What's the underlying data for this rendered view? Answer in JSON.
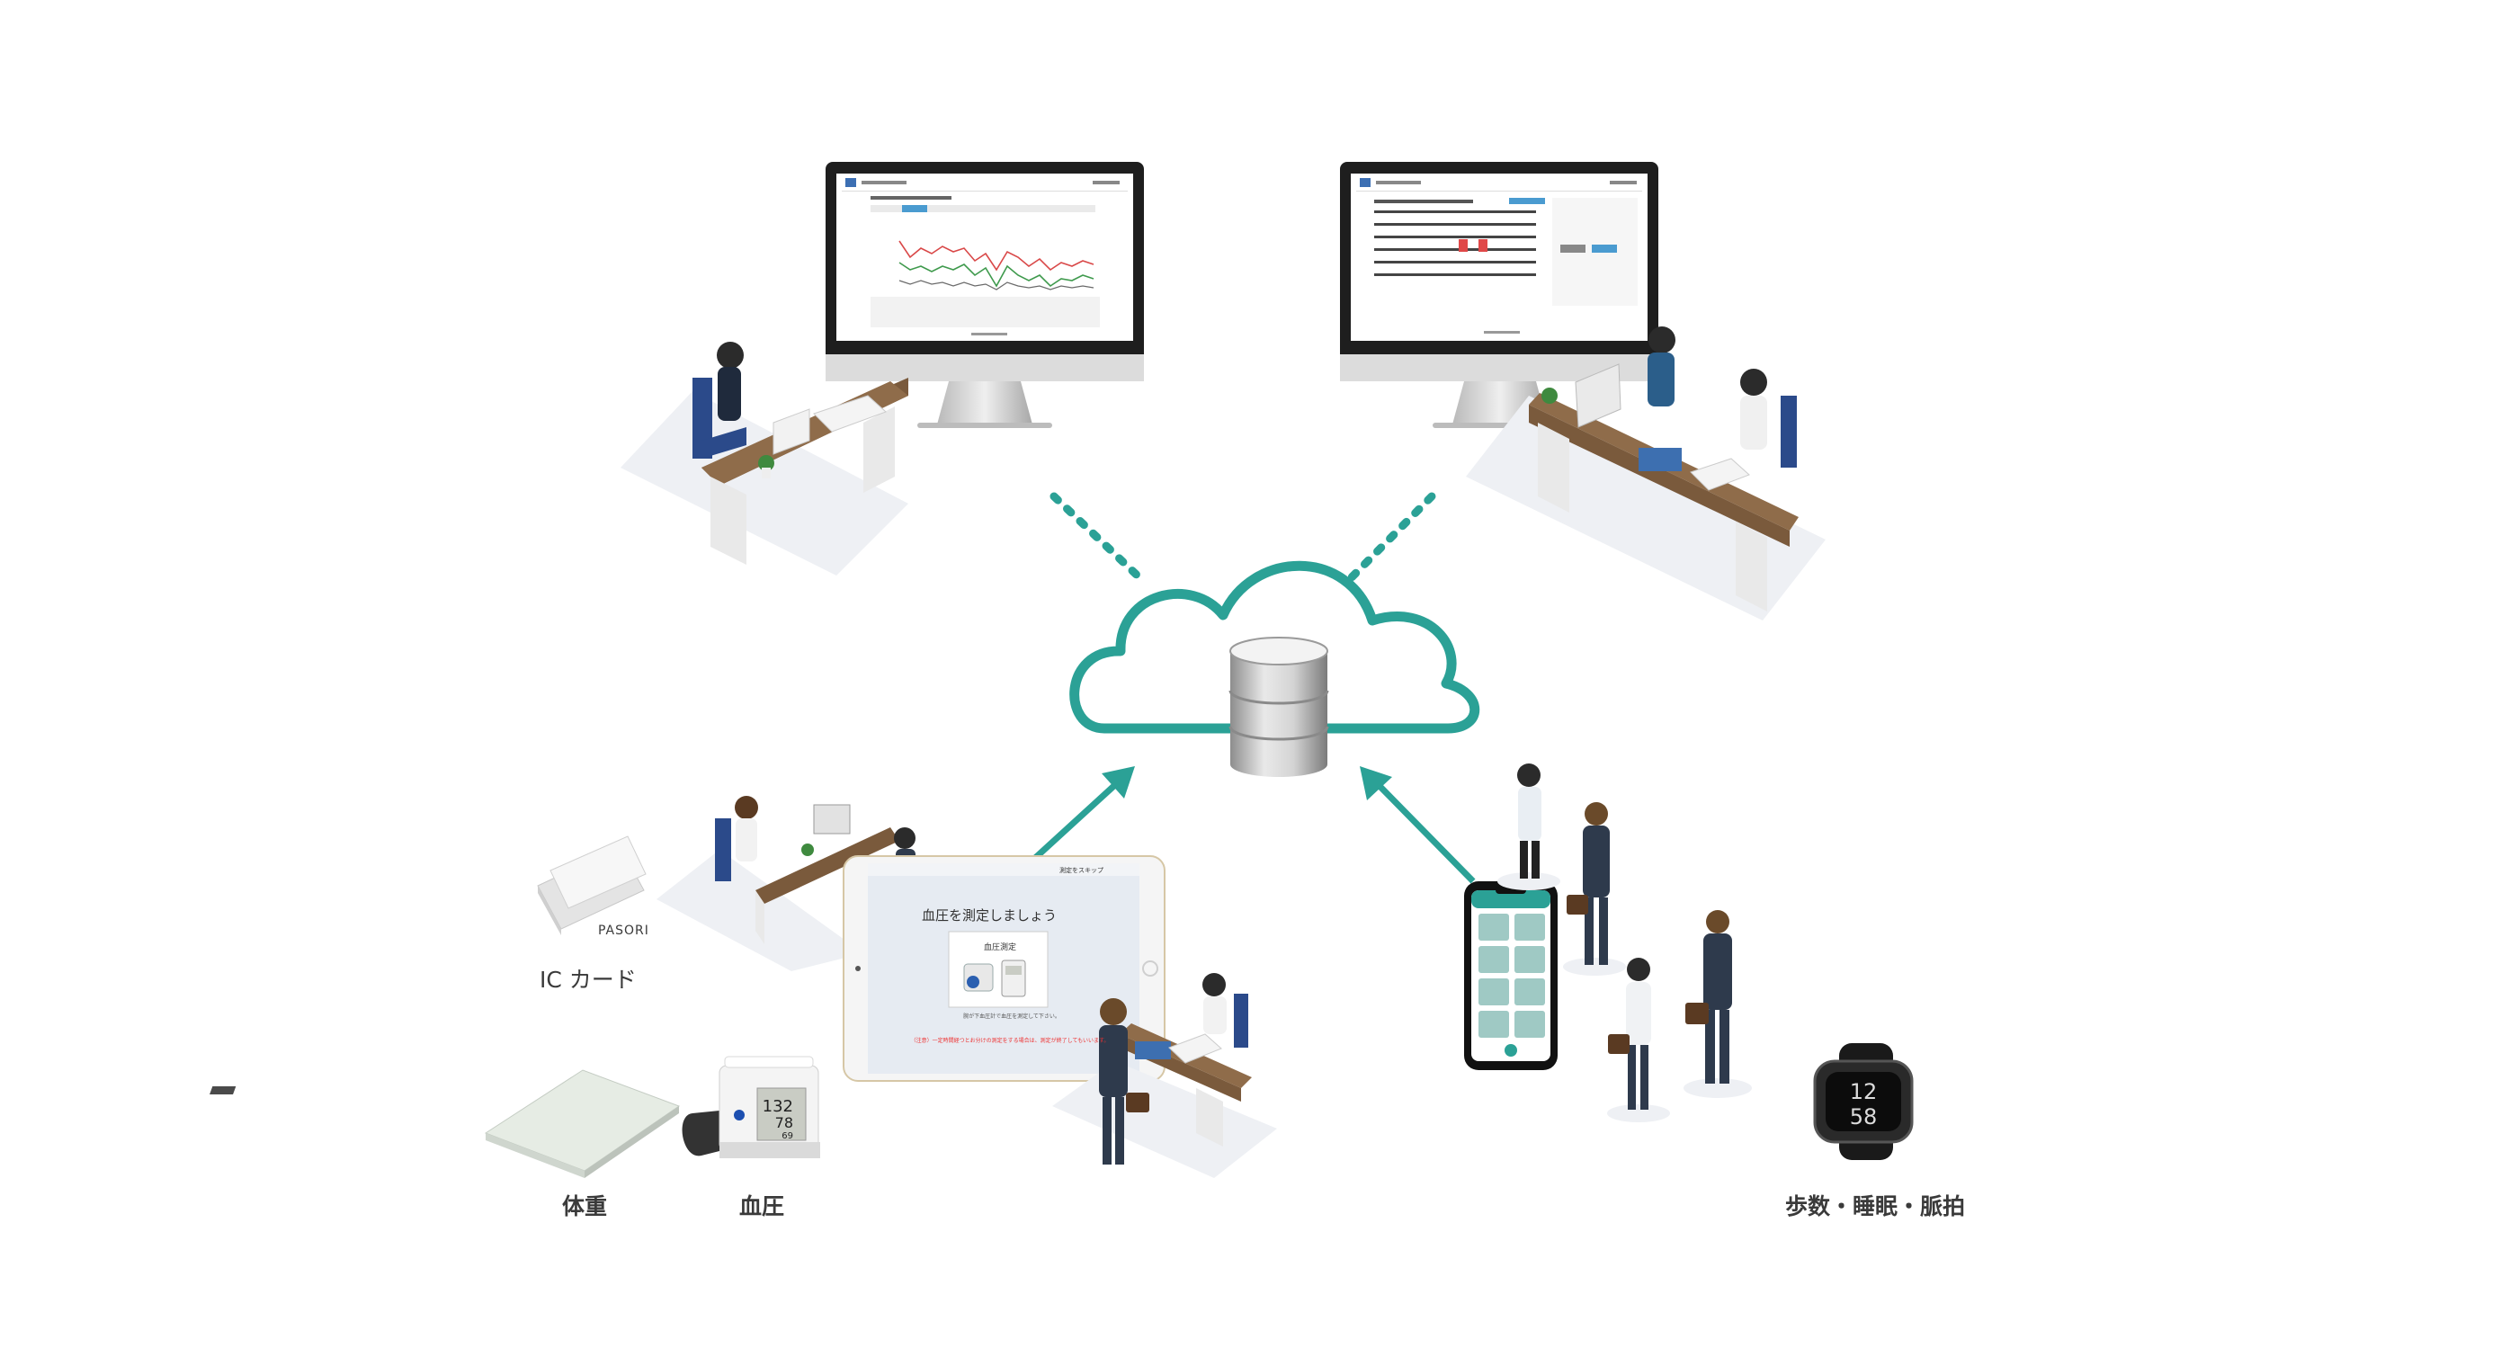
{
  "labels": {
    "ic_card": "IC カード",
    "pasori": "PASORI",
    "weight": "体重",
    "blood_pressure": "血圧",
    "steps_sleep_pulse": "歩数・睡眠・脈拍"
  },
  "tablet": {
    "title": "血圧を測定しましょう",
    "card_label": "血圧測定",
    "skip": "測定をスキップ",
    "instruction": "腕が下血圧計で血圧を測定して下さい。",
    "warning": "（注意）一定時間経つとお分けの測定をする場合は、測定が終了してもいいます。"
  },
  "bp_monitor": {
    "sys": "132",
    "dia": "78",
    "pulse": "69"
  },
  "watch": {
    "hour": "12",
    "min": "58"
  },
  "colors": {
    "accent": "#2ba196",
    "desk": "#7a5a3c",
    "chair": "#2b4a8a",
    "suit": "#2e3a4c"
  }
}
